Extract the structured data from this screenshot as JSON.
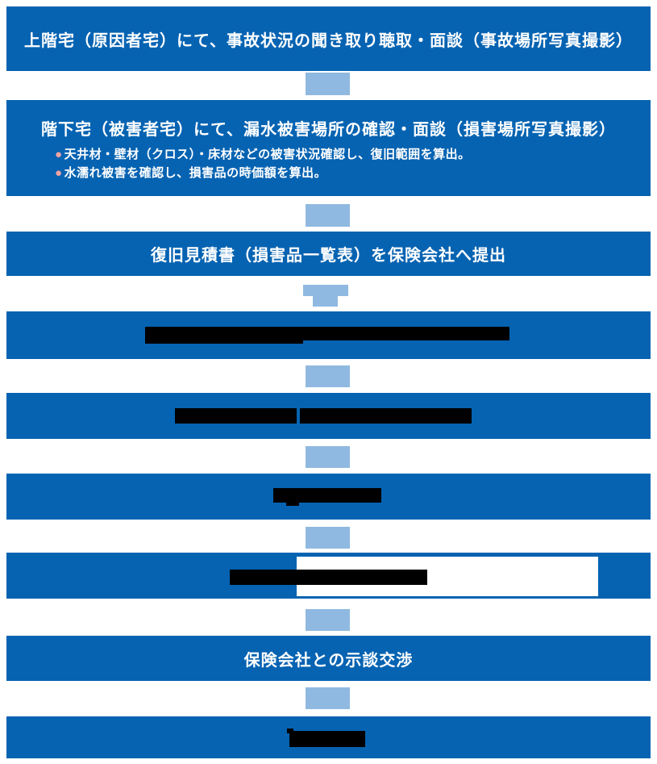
{
  "colors": {
    "box_blue": "#0663b2",
    "connector_blue": "#8fb9e0",
    "bullet_pink": "#f0a3a2",
    "redaction_black": "#000000",
    "text_white": "#ffffff",
    "background": "#ffffff"
  },
  "flow": {
    "bullet_marker": "●",
    "steps": [
      {
        "label": "上階宅（原因者宅）にて、事故状況の聞き取り聴取・面談（事故場所写真撮影）",
        "redacted": false
      },
      {
        "label": "階下宅（被害者宅）にて、漏水被害場所の確認・面談（損害場所写真撮影）",
        "redacted": false,
        "bullets": [
          "天井材・壁材（クロス）・床材などの被害状況確認し、復旧範囲を算出。",
          "水濡れ被害を確認し、損害品の時価額を算出。"
        ]
      },
      {
        "label": "復旧見積書（損害品一覧表）を保険会社へ提出",
        "redacted": false
      },
      {
        "label": "",
        "redacted": true
      },
      {
        "label": "",
        "redacted": true
      },
      {
        "label": "",
        "redacted": true
      },
      {
        "label": "",
        "redacted": true
      },
      {
        "label": "保険会社との示談交渉",
        "redacted": false
      },
      {
        "label": "",
        "redacted": true
      }
    ]
  }
}
